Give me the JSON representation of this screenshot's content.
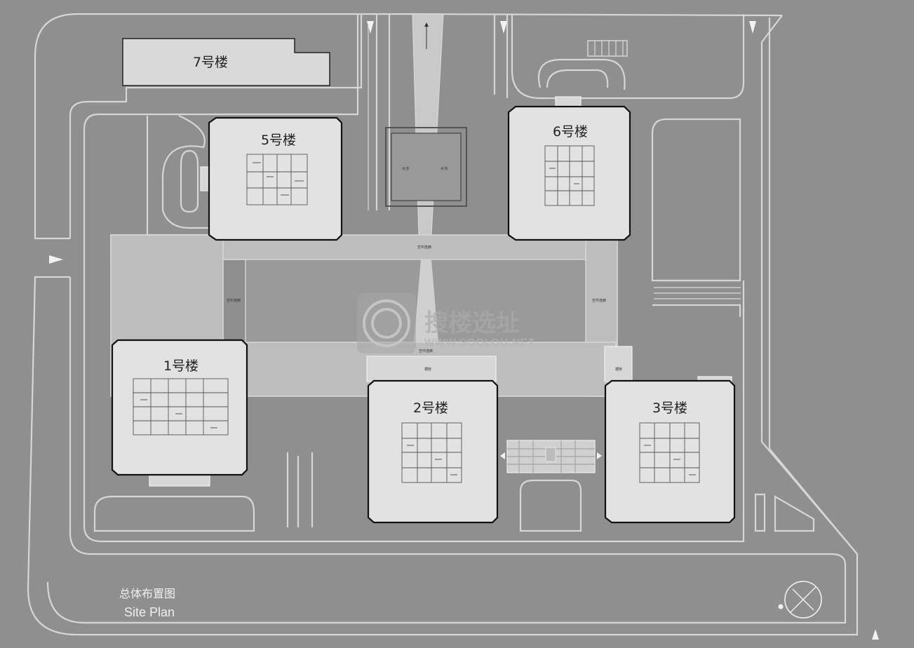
{
  "buildings": [
    {
      "id": "b7",
      "label": "7号楼"
    },
    {
      "id": "b5",
      "label": "5号楼"
    },
    {
      "id": "b6",
      "label": "6号楼"
    },
    {
      "id": "b1",
      "label": "1号楼"
    },
    {
      "id": "b2",
      "label": "2号楼"
    },
    {
      "id": "b3",
      "label": "3号楼"
    }
  ],
  "plaza_labels": {
    "top": "空中连廊",
    "left": "空中连廊",
    "right": "空中连廊",
    "bottom": "空中连廊"
  },
  "courtyard_labels": [
    "水池",
    "水池"
  ],
  "annex_labels": [
    "裙房",
    "裙房"
  ],
  "title": {
    "cn": "总体布置图",
    "en": "Site Plan"
  },
  "watermark": {
    "name": "搜楼选址",
    "url": "WWW.SOOLOU.NET"
  },
  "colors": {
    "background": "#8f8f8f",
    "road_line": "#d6d6d6",
    "building_fill": "#e2e2e2",
    "building_outline": "#111111"
  }
}
